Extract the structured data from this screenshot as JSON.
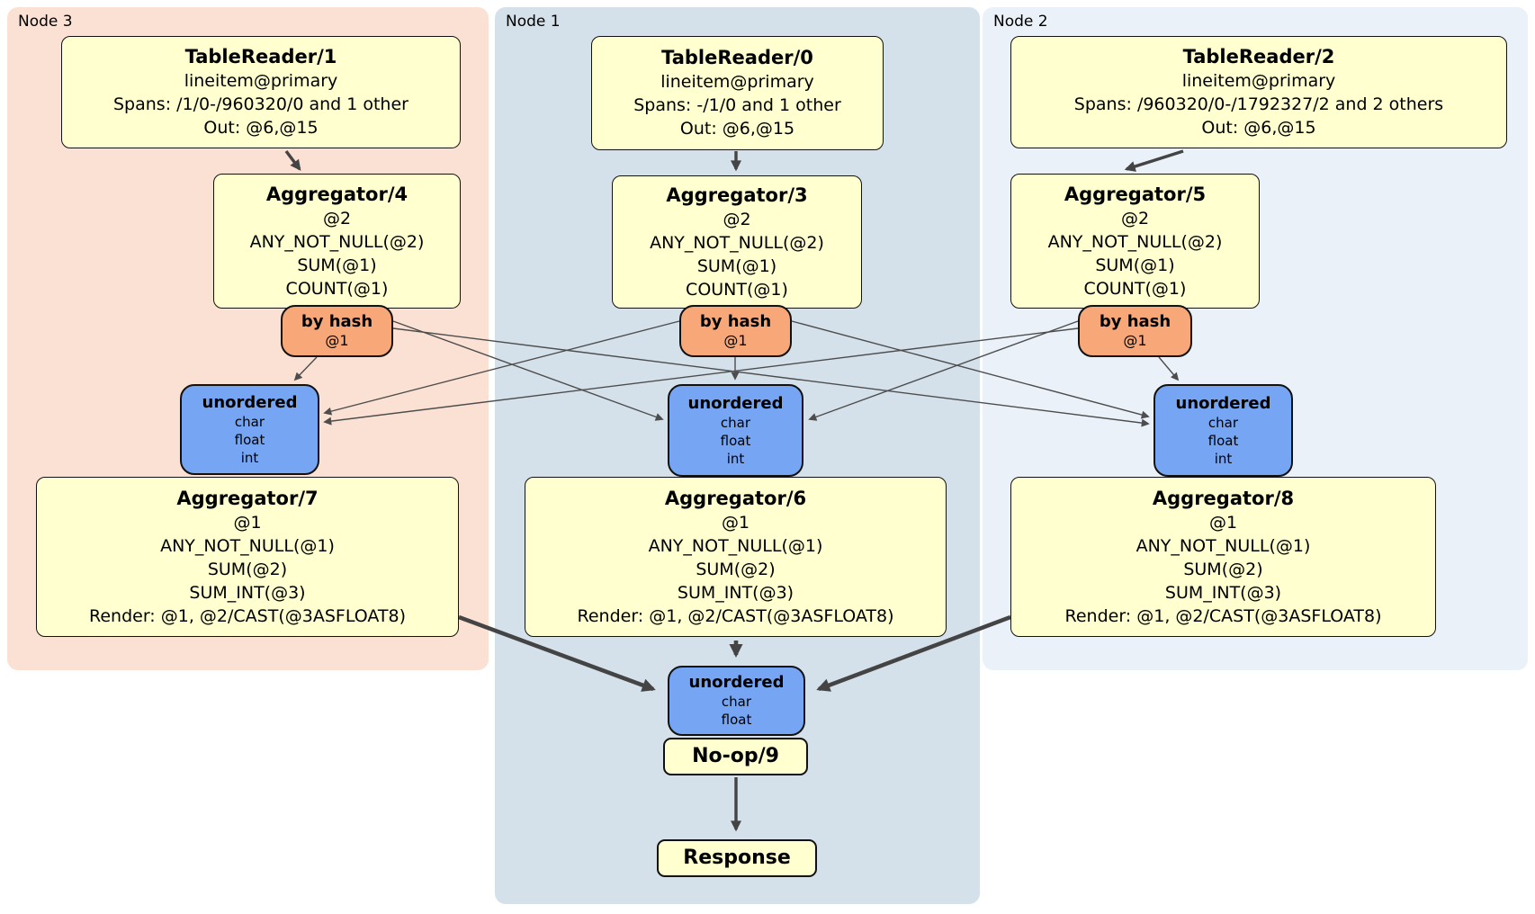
{
  "regions": [
    {
      "label": "Node 3"
    },
    {
      "label": "Node 1"
    },
    {
      "label": "Node 2"
    }
  ],
  "boxes": {
    "tr1": {
      "title": "TableReader/1",
      "lines": [
        "lineitem@primary",
        "Spans: /1/0-/960320/0 and 1 other",
        "Out: @6,@15"
      ]
    },
    "tr0": {
      "title": "TableReader/0",
      "lines": [
        "lineitem@primary",
        "Spans: -/1/0 and 1 other",
        "Out: @6,@15"
      ]
    },
    "tr2": {
      "title": "TableReader/2",
      "lines": [
        "lineitem@primary",
        "Spans: /960320/0-/1792327/2 and 2 others",
        "Out: @6,@15"
      ]
    },
    "agg4": {
      "title": "Aggregator/4",
      "lines": [
        "@2",
        "ANY_NOT_NULL(@2)",
        "SUM(@1)",
        "COUNT(@1)"
      ]
    },
    "agg3": {
      "title": "Aggregator/3",
      "lines": [
        "@2",
        "ANY_NOT_NULL(@2)",
        "SUM(@1)",
        "COUNT(@1)"
      ]
    },
    "agg5": {
      "title": "Aggregator/5",
      "lines": [
        "@2",
        "ANY_NOT_NULL(@2)",
        "SUM(@1)",
        "COUNT(@1)"
      ]
    },
    "agg7": {
      "title": "Aggregator/7",
      "lines": [
        "@1",
        "ANY_NOT_NULL(@1)",
        "SUM(@2)",
        "SUM_INT(@3)",
        "Render: @1, @2/CAST(@3ASFLOAT8)"
      ]
    },
    "agg6": {
      "title": "Aggregator/6",
      "lines": [
        "@1",
        "ANY_NOT_NULL(@1)",
        "SUM(@2)",
        "SUM_INT(@3)",
        "Render: @1, @2/CAST(@3ASFLOAT8)"
      ]
    },
    "agg8": {
      "title": "Aggregator/8",
      "lines": [
        "@1",
        "ANY_NOT_NULL(@1)",
        "SUM(@2)",
        "SUM_INT(@3)",
        "Render: @1, @2/CAST(@3ASFLOAT8)"
      ]
    },
    "router3": {
      "title": "by hash",
      "lines": [
        "@1"
      ]
    },
    "router1": {
      "title": "by hash",
      "lines": [
        "@1"
      ]
    },
    "router2": {
      "title": "by hash",
      "lines": [
        "@1"
      ]
    },
    "sync3": {
      "title": "unordered",
      "lines": [
        "char",
        "float",
        "int"
      ]
    },
    "sync1": {
      "title": "unordered",
      "lines": [
        "char",
        "float",
        "int"
      ]
    },
    "sync2": {
      "title": "unordered",
      "lines": [
        "char",
        "float",
        "int"
      ]
    },
    "sync_final": {
      "title": "unordered",
      "lines": [
        "char",
        "float"
      ]
    },
    "noop": {
      "title": "No-op/9"
    },
    "response": {
      "title": "Response"
    }
  },
  "colors": {
    "region_node3": "#fbe0d4",
    "region_node1": "#d4e1ea",
    "region_node2": "#eaf1f9",
    "processor_box": "#ffffcf",
    "router_box": "#f8a878",
    "sync_box": "#75a5f3",
    "edge": "#4a4a4a"
  }
}
